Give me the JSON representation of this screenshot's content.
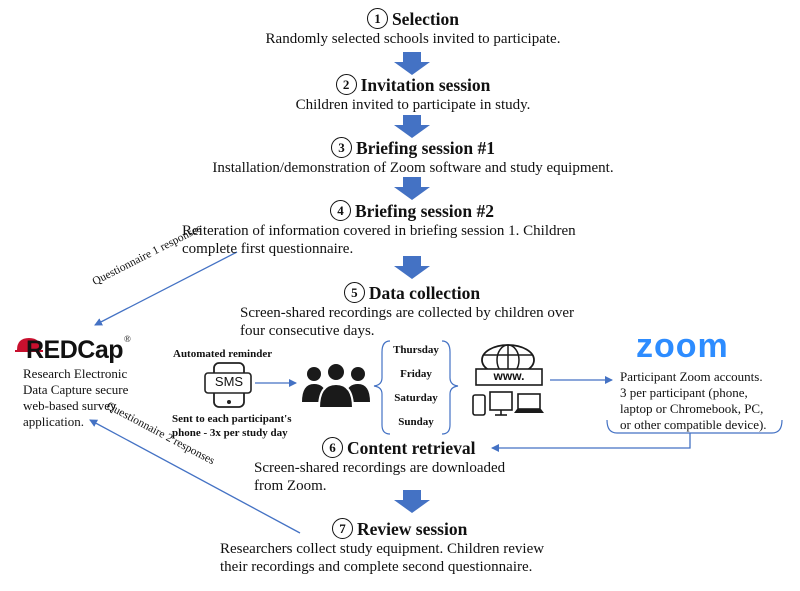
{
  "steps": [
    {
      "num": "1",
      "title": "Selection",
      "desc": "Randomly selected schools invited to participate."
    },
    {
      "num": "2",
      "title": "Invitation session",
      "desc": "Children invited to participate in study."
    },
    {
      "num": "3",
      "title": "Briefing session #1",
      "desc": "Installation/demonstration of Zoom software and study equipment."
    },
    {
      "num": "4",
      "title": "Briefing session #2",
      "desc_l1": "Reiteration of information covered in briefing session 1. Children",
      "desc_l2": "complete first questionnaire."
    },
    {
      "num": "5",
      "title": "Data collection",
      "desc_l1": "Screen-shared recordings are collected by children over",
      "desc_l2": "four consecutive days."
    },
    {
      "num": "6",
      "title": "Content retrieval",
      "desc_l1": "Screen-shared recordings are downloaded",
      "desc_l2": "from Zoom."
    },
    {
      "num": "7",
      "title": "Review session",
      "desc_l1": "Researchers collect study equipment. Children review",
      "desc_l2": "their recordings and complete second questionnaire."
    }
  ],
  "reminder": {
    "title": "Automated reminder",
    "sms": "SMS",
    "note_l1": "Sent to each participant's",
    "note_l2": "phone - 3x per study day"
  },
  "days": [
    "Thursday",
    "Friday",
    "Saturday",
    "Sunday"
  ],
  "www_label": "www.",
  "zoom": {
    "logo": "zoom",
    "l1": "Participant Zoom accounts.",
    "l2": "3 per participant (phone,",
    "l3": "laptop or Chromebook, PC,",
    "l4": "or other compatible device)."
  },
  "redcap": {
    "logo": "REDCap",
    "reg": "®",
    "l1": "Research Electronic",
    "l2": "Data Capture secure",
    "l3": "web-based survey",
    "l4": "application."
  },
  "arrow_labels": {
    "q1": "Questionnaire 1 responses",
    "q2": "Questionnaire 2 responses"
  },
  "colors": {
    "arrow_blue": "#4472C4",
    "zoom_blue": "#2D8CFF",
    "redcap_red": "#C8102E"
  }
}
